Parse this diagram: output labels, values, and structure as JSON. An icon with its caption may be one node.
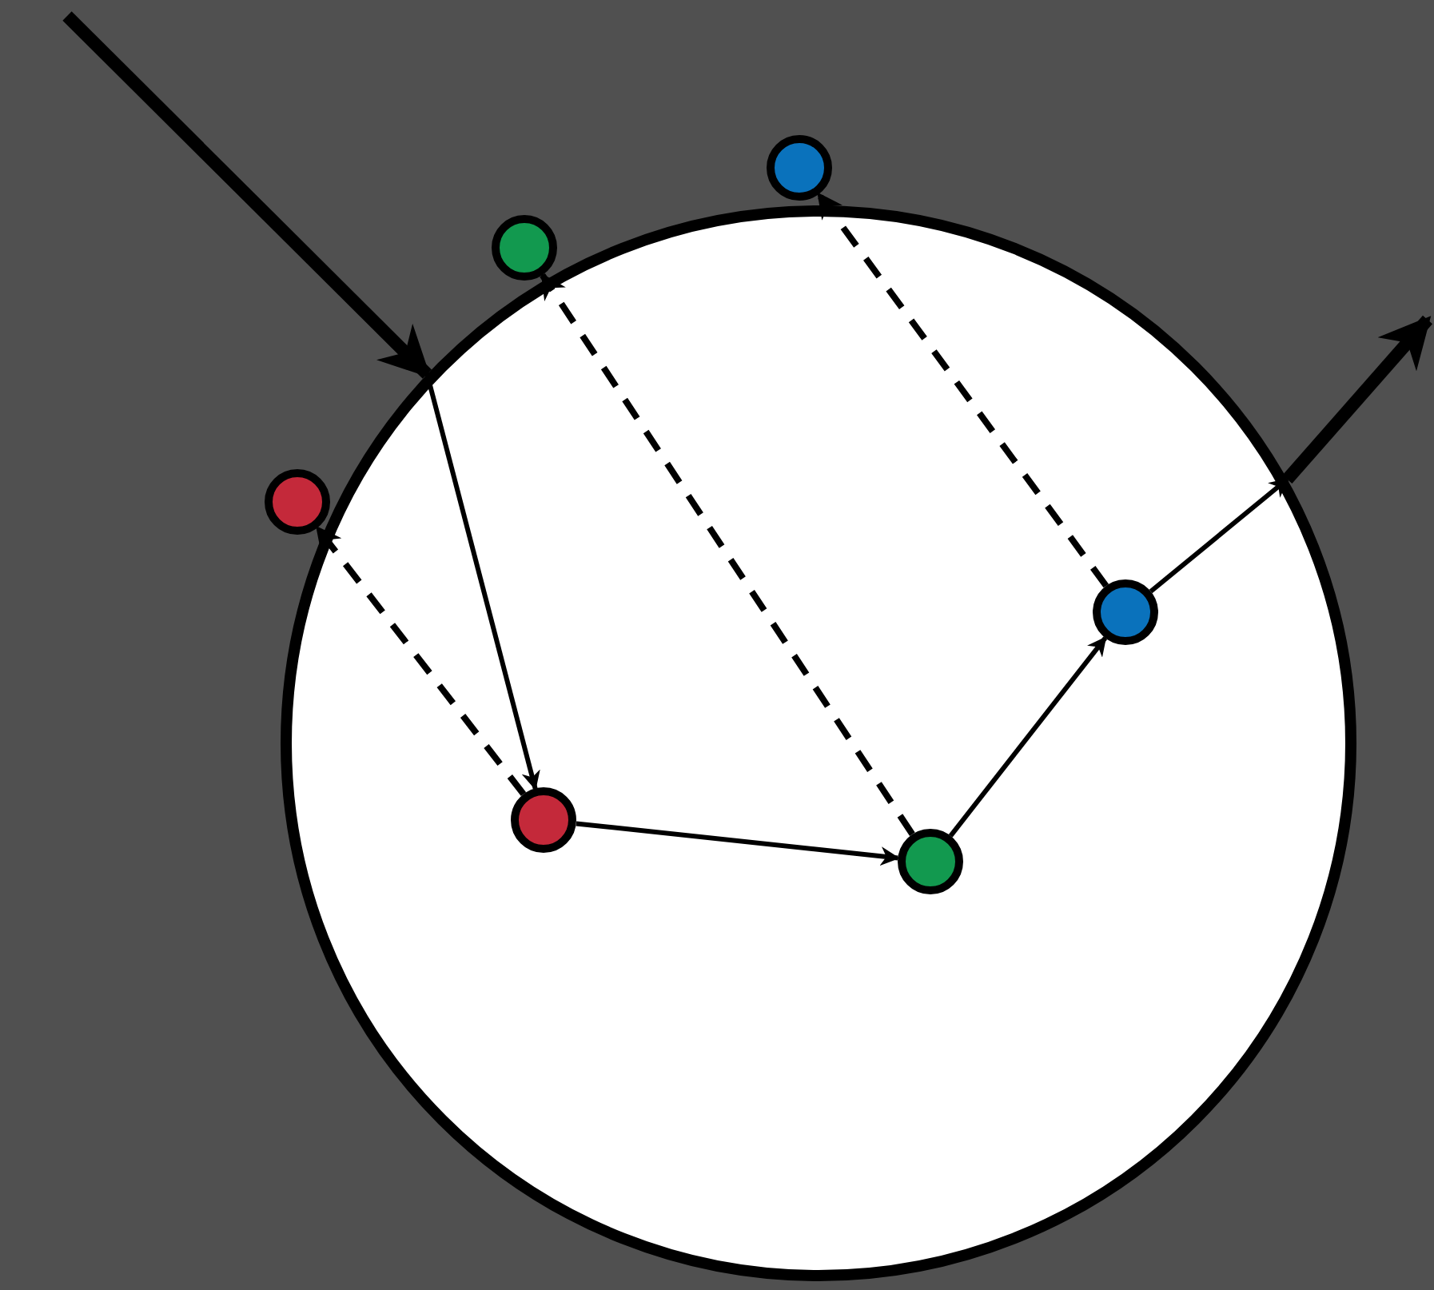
{
  "diagram": {
    "nodes": [
      {
        "text": [],
        "shape": "circle"
      },
      {
        "text": [],
        "shape": "circle"
      },
      {
        "text": [],
        "shape": "circle"
      },
      {
        "text": [],
        "shape": "circle"
      },
      {
        "text": [],
        "shape": "circle",
        "in": 0
      },
      {
        "text": [],
        "shape": "circle",
        "in": 0
      },
      {
        "text": [],
        "shape": "circle",
        "in": 0
      }
    ],
    "edges": [
      {
        "from": null,
        "to": 0,
        "arrow": "to",
        "style": "thick"
      },
      {
        "from": 0,
        "to": 5,
        "arrow": "to"
      },
      {
        "from": 5,
        "to": 6,
        "arrow": "to"
      },
      {
        "from": 6,
        "to": 4,
        "arrow": "to"
      },
      {
        "from": 4,
        "to": 0,
        "arrow": "to"
      },
      {
        "from": 0,
        "to": null,
        "arrow": "to",
        "style": "thick"
      },
      {
        "from": 5,
        "to": 3,
        "arrow": "to",
        "style": "dashed"
      },
      {
        "from": 6,
        "to": 2,
        "arrow": "to",
        "style": "dashed"
      },
      {
        "from": 4,
        "to": 1,
        "arrow": "to",
        "style": "dashed"
      }
    ]
  }
}
